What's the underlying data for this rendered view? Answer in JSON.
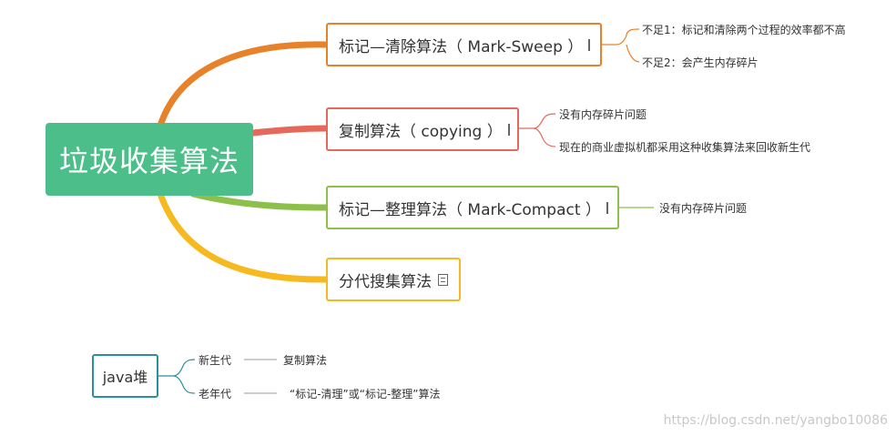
{
  "root": {
    "label": "垃圾收集算法"
  },
  "branches": [
    {
      "label": "标记—清除算法（ Mark-Sweep ）",
      "icon": "note-icon",
      "color": "#e8822a",
      "leaves": [
        "不足1：标记和清除两个过程的效率都不高",
        "不足2：会产生内存碎片"
      ]
    },
    {
      "label": "复制算法（ copying ）",
      "icon": "note-icon",
      "color": "#e5695a",
      "leaves": [
        "没有内存碎片问题",
        "现在的商业虚拟机都采用这种收集算法来回收新生代"
      ]
    },
    {
      "label": "标记—整理算法（ Mark-Compact ）",
      "icon": "note-icon",
      "color": "#8dc04b",
      "leaves": [
        "没有内存碎片问题"
      ]
    },
    {
      "label": "分代搜集算法",
      "icon": "note-icon",
      "color": "#f6b920",
      "leaves": []
    }
  ],
  "heap": {
    "label": "java堆",
    "color": "#2a8f9f",
    "items": [
      {
        "generation": "新生代",
        "algorithm": "复制算法"
      },
      {
        "generation": "老年代",
        "algorithm": "“标记-清理”或“标记-整理”算法"
      }
    ]
  },
  "watermark": "https://blog.csdn.net/yangbo10086"
}
